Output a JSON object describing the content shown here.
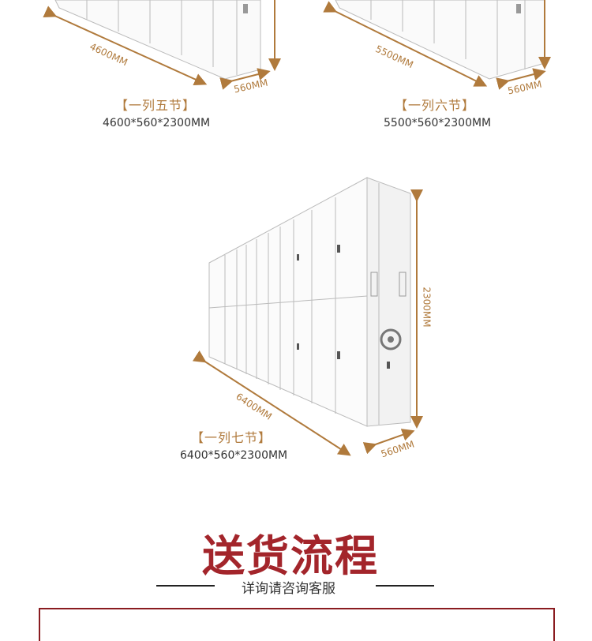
{
  "products": [
    {
      "name": "【一列五节】",
      "dims": "4600*560*2300MM",
      "length_label": "4600MM",
      "depth_label": "560MM"
    },
    {
      "name": "【一列六节】",
      "dims": "5500*560*2300MM",
      "length_label": "5500MM",
      "depth_label": "560MM"
    },
    {
      "name": "【一列七节】",
      "dims": "6400*560*2300MM",
      "length_label": "6400MM",
      "depth_label": "560MM",
      "height_label": "2300MM"
    }
  ],
  "section": {
    "title": "送货流程",
    "subtitle": "详询请咨询客服"
  },
  "colors": {
    "accent": "#b07a3c",
    "title_red": "#a3252b",
    "frame": "#8a1c20"
  }
}
